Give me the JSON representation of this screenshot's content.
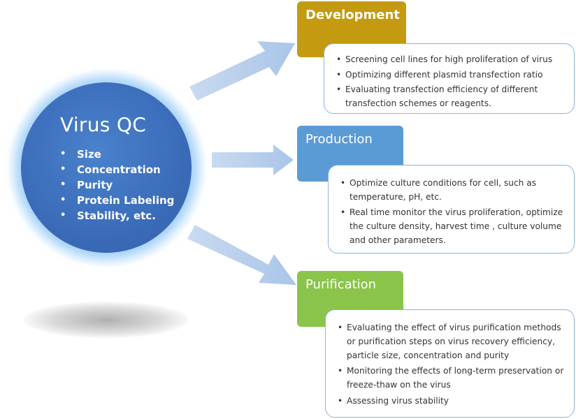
{
  "center": {
    "title": "Virus QC",
    "items": [
      "Size",
      "Concentration",
      "Purity",
      "Protein Labeling",
      "Stability, etc."
    ]
  },
  "stages": [
    {
      "title": "Development",
      "color": "#c39a10",
      "items": [
        "Screening cell lines for high proliferation of virus",
        "Optimizing different plasmid transfection ratio",
        "Evaluating transfection efficiency of different transfection schemes or reagents."
      ]
    },
    {
      "title": "Production",
      "color": "#5b9bd5",
      "items": [
        "Optimize culture conditions for cell, such as temperature, pH, etc.",
        "Real time monitor the virus proliferation, optimize the culture density, harvest time , culture volume and other parameters."
      ]
    },
    {
      "title": "Purification",
      "color": "#8ac44a",
      "items": [
        "Evaluating the effect of virus purification methods or purification steps on virus recovery efficiency, particle size, concentration and purity",
        "Monitoring the effects of long-term preservation or freeze-thaw on the virus",
        "Assessing virus stability"
      ]
    }
  ],
  "colors": {
    "circle": "#3b6cb9",
    "arrow": "#b9cfea",
    "card_border": "#8cb4dc"
  }
}
